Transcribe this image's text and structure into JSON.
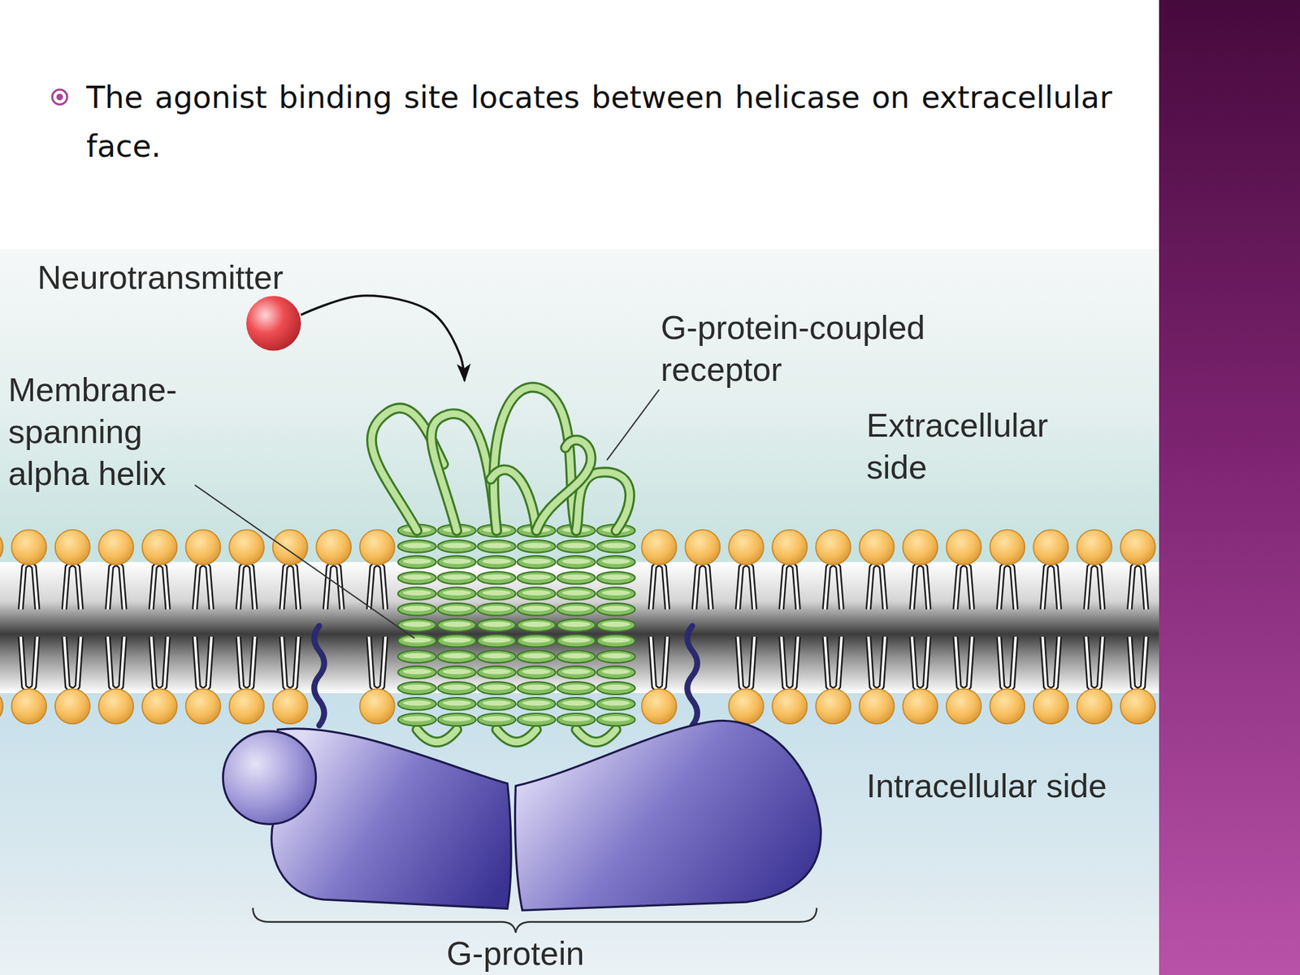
{
  "diagram": {
    "title": "The agonist binding site locates between helicase on extracellular face.",
    "nodes": [
      {
        "text": [
          "Neurotransmitter"
        ]
      },
      {
        "text": [
          "G-protein-coupled receptor"
        ]
      },
      {
        "text": [
          "G-protein"
        ]
      }
    ],
    "edges": [
      {
        "from": 0,
        "to": 1,
        "arrow": "to"
      }
    ],
    "labels": [
      "Membrane- spanning alpha helix",
      "Extracellular side",
      "Intracellular side"
    ]
  }
}
